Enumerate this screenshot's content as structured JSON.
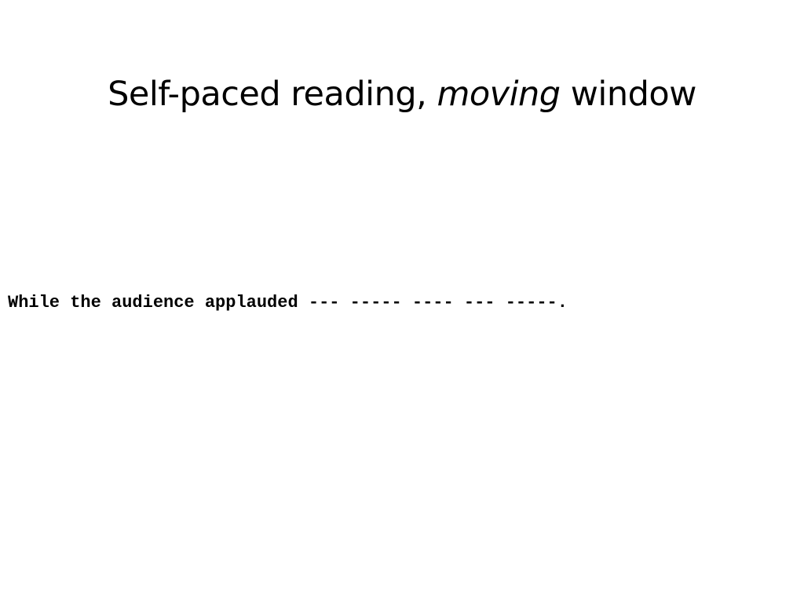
{
  "slide": {
    "title": {
      "before": "Self-paced reading, ",
      "emphasis": "moving",
      "after": " window"
    },
    "stimulus": {
      "visible_words": "While the audience applauded",
      "masked_words": " --- ----- ---- --- -----."
    }
  }
}
